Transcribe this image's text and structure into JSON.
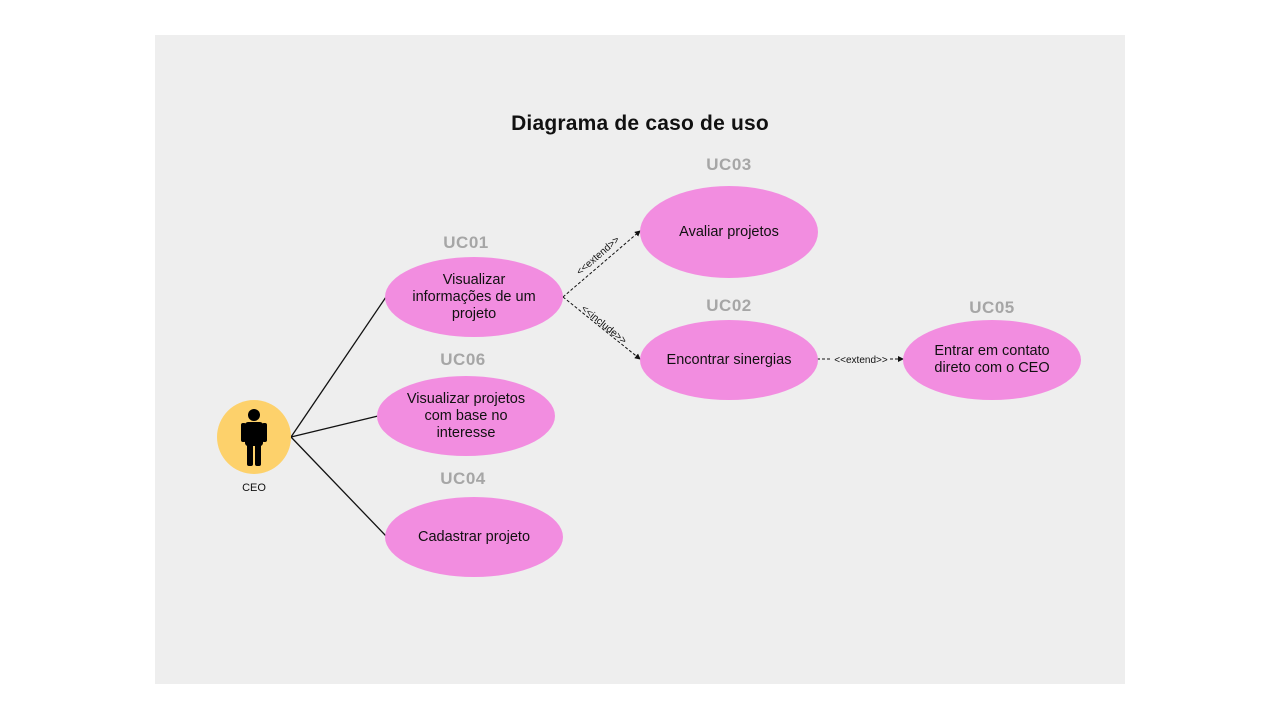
{
  "title": "Diagrama de caso de uso",
  "actor": {
    "label": "CEO",
    "icon": "person-icon",
    "circle_color": "#fdd16b"
  },
  "colors": {
    "usecase_fill": "#f28de0",
    "canvas_bg": "#eeeeee",
    "id_text": "#a6a6a6"
  },
  "use_cases": [
    {
      "id": "UC01",
      "text": "Visualizar informações de um projeto"
    },
    {
      "id": "UC03",
      "text": "Avaliar projetos"
    },
    {
      "id": "UC02",
      "text": "Encontrar sinergias"
    },
    {
      "id": "UC05",
      "text": "Entrar em contato direto com o CEO"
    },
    {
      "id": "UC06",
      "text": "Visualizar projetos com base no interesse"
    },
    {
      "id": "UC04",
      "text": "Cadastrar projeto"
    }
  ],
  "relations": [
    {
      "from": "UC01",
      "to": "UC03",
      "label": "<<extend>>"
    },
    {
      "from": "UC01",
      "to": "UC02",
      "label": "<<include>>"
    },
    {
      "from": "UC02",
      "to": "UC05",
      "label": "<<extend>>"
    }
  ]
}
